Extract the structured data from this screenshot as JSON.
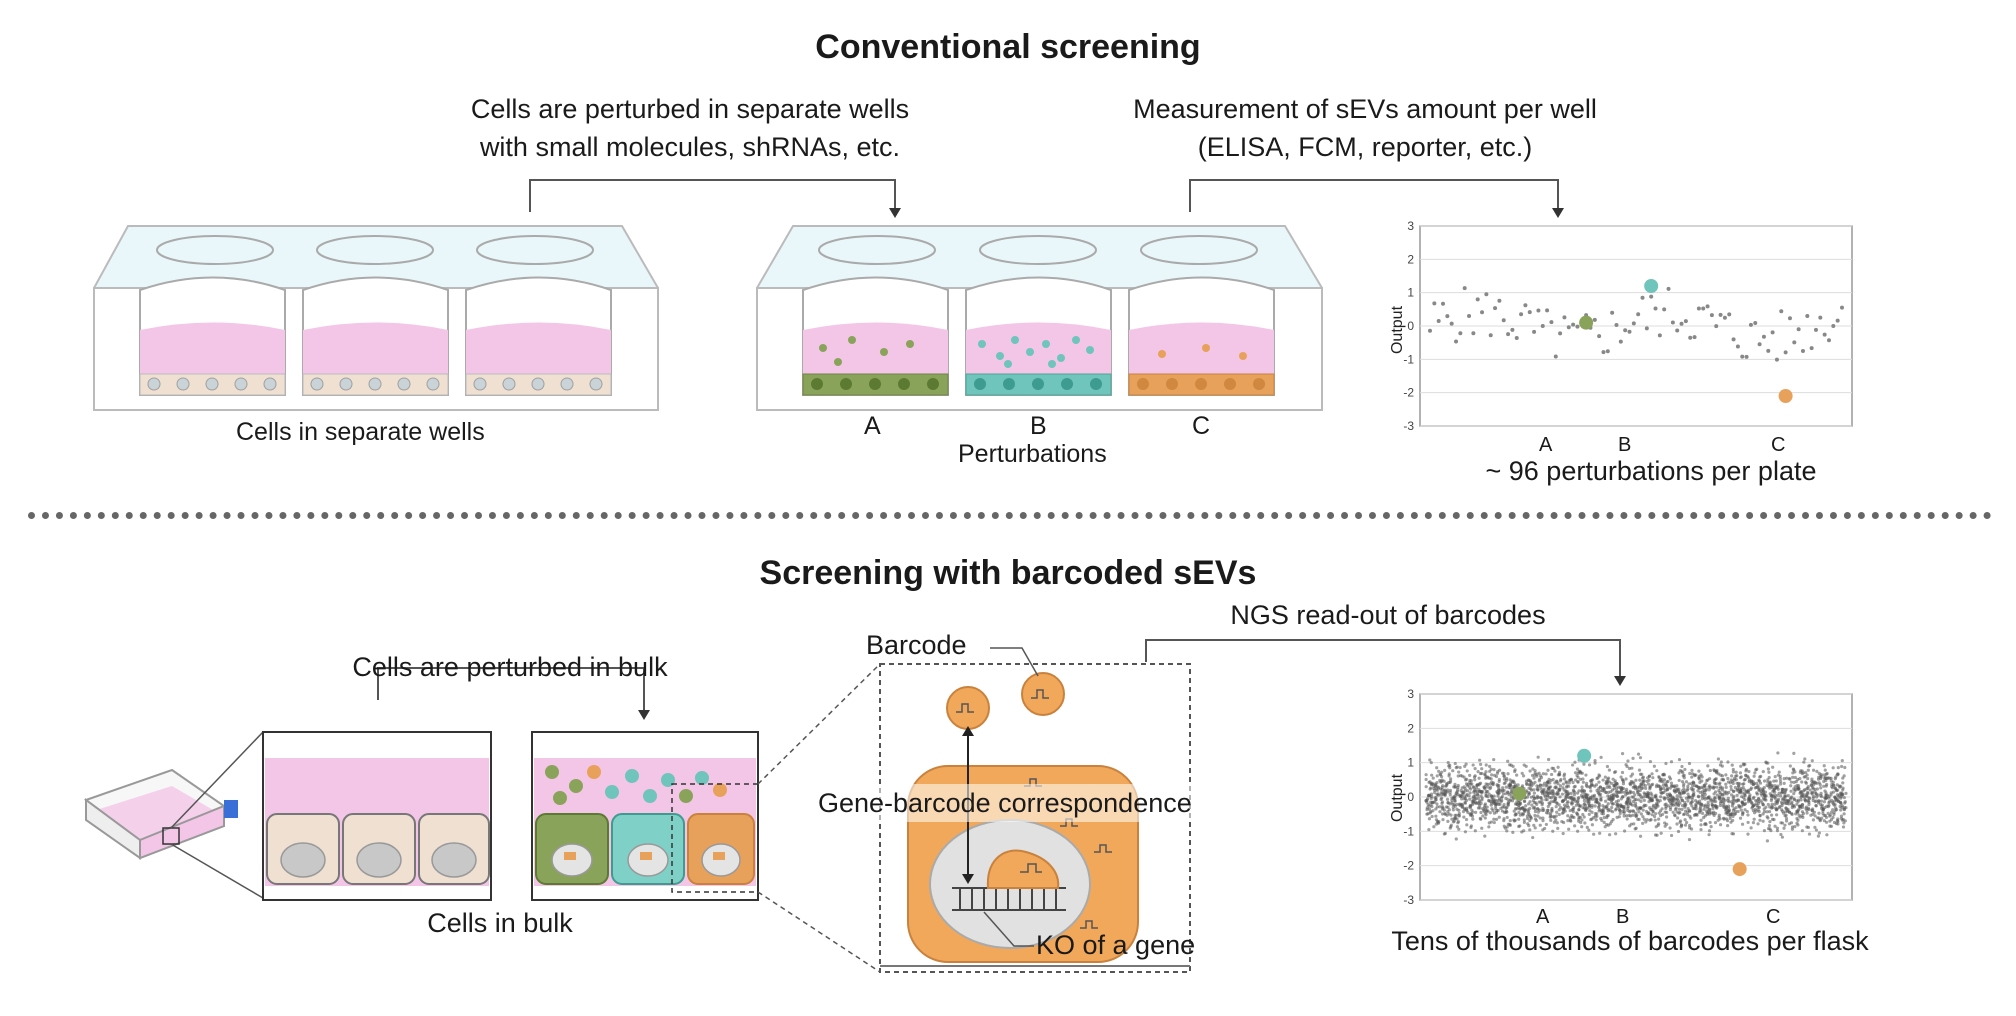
{
  "top": {
    "title": "Conventional screening",
    "caption_perturb": [
      "Cells are perturbed in separate wells",
      "with small molecules, shRNAs, etc."
    ],
    "caption_measure": [
      "Measurement of sEVs amount per well",
      "(ELISA, FCM, reporter, etc.)"
    ],
    "plate_label": "Cells in separate wells",
    "well_labels": [
      "A",
      "B",
      "C"
    ],
    "perturbations_label": "Perturbations",
    "plot_caption": "~ 96 perturbations per plate"
  },
  "bottom": {
    "title": "Screening with barcoded sEVs",
    "caption_bulk": "Cells are perturbed in bulk",
    "cells_label": "Cells in bulk",
    "barcode_label": "Barcode",
    "correspondence_label": "Gene-barcode correspondence",
    "ko_label": "KO of a gene",
    "ngs_label": "NGS read-out of barcodes",
    "plot_caption": "Tens of thousands of barcodes per flask"
  },
  "colors": {
    "A": "#8aa35a",
    "B": "#6fc4bb",
    "C": "#e8a15a",
    "medium": "#f3c6e7",
    "cell": "#efe0d2",
    "orange_cell": "#f1a85a"
  },
  "chart_data": [
    {
      "type": "scatter",
      "ylabel": "Output",
      "yticks": [
        3,
        2,
        1,
        0,
        -1,
        -2,
        -3
      ],
      "ylim": [
        -3,
        3
      ],
      "xticks": [
        "A",
        "B",
        "C"
      ],
      "grid": true,
      "n_points": 96,
      "highlights": [
        {
          "name": "A",
          "x_index": 36,
          "y": 0.1,
          "color": "#8aa35a"
        },
        {
          "name": "B",
          "x_index": 51,
          "y": 1.2,
          "color": "#6fc4bb"
        },
        {
          "name": "C",
          "x_index": 82,
          "y": -2.1,
          "color": "#e8a15a"
        }
      ]
    },
    {
      "type": "scatter",
      "ylabel": "Output",
      "yticks": [
        3,
        2,
        1,
        0,
        -1,
        -2,
        -3
      ],
      "ylim": [
        -3,
        3
      ],
      "xticks": [
        "A",
        "B",
        "C"
      ],
      "grid": true,
      "highlights": [
        {
          "name": "A",
          "y": 0.1,
          "color": "#8aa35a"
        },
        {
          "name": "B",
          "y": 1.2,
          "color": "#6fc4bb"
        },
        {
          "name": "C",
          "y": -2.1,
          "color": "#e8a15a"
        }
      ]
    }
  ]
}
